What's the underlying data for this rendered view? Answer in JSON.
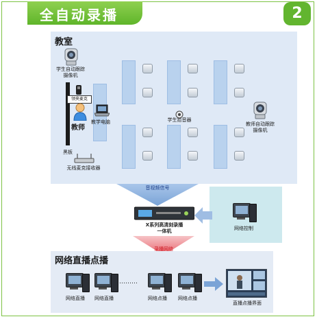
{
  "header": {
    "title": "全自动录播",
    "step_number": "2"
  },
  "classroom": {
    "title": "教室",
    "labels": {
      "student_camera": [
        "学生自动跟踪",
        "摄像机"
      ],
      "mic_box": "领夹麦克",
      "teacher": "教师",
      "blackboard": "黑板",
      "wireless_receiver": "无线麦克接收器",
      "teacher_pc": "教学电脑",
      "student_pickup": "学生拾音器",
      "teacher_camera": [
        "教师自动跟踪",
        "摄像机"
      ]
    }
  },
  "flow": {
    "av_signal": "音视频信号",
    "recorder": [
      "X系列高清刻录播",
      "一体机"
    ],
    "network_control": "网络控制",
    "recording_network": "录播网络"
  },
  "live": {
    "title": "网络直播点播",
    "pcs": [
      "网络直播",
      "网络直播",
      "网络点播",
      "网络点播"
    ],
    "dots": "………",
    "interface": "直播点播界面"
  },
  "colors": {
    "brand_green": "#62b52f",
    "arrow_blue": "#7aa3d6",
    "arrow_red": "#e8646c"
  }
}
